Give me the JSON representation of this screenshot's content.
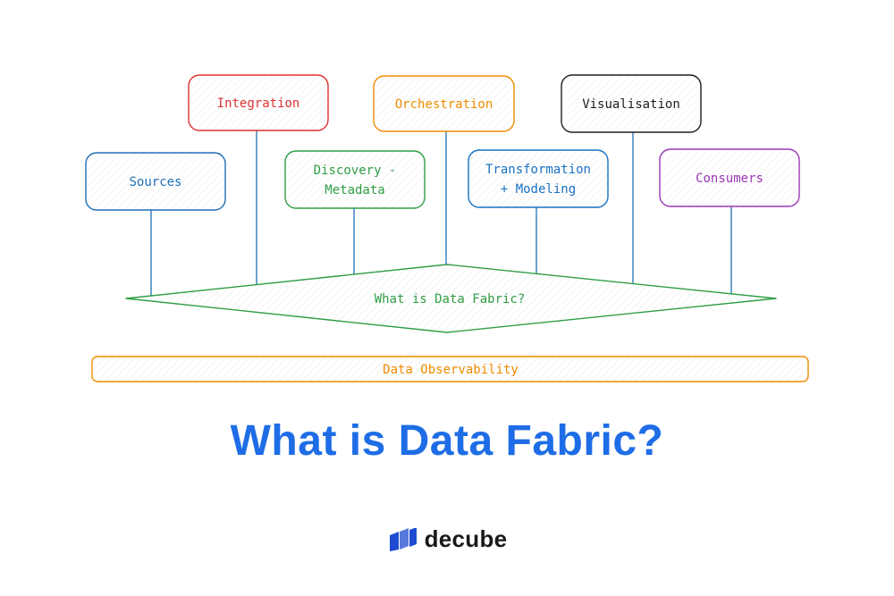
{
  "diagram": {
    "boxes": [
      {
        "id": "sources",
        "lines": [
          "Sources"
        ],
        "color": "#1f6fb5"
      },
      {
        "id": "integration",
        "lines": [
          "Integration"
        ],
        "color": "#e03131"
      },
      {
        "id": "discovery",
        "lines": [
          "Discovery -",
          "Metadata"
        ],
        "color": "#2f9e44"
      },
      {
        "id": "orchestration",
        "lines": [
          "Orchestration"
        ],
        "color": "#f08c00"
      },
      {
        "id": "transformation",
        "lines": [
          "Transformation",
          "+ Modeling"
        ],
        "color": "#1971c2"
      },
      {
        "id": "visualisation",
        "lines": [
          "Visualisation"
        ],
        "color": "#1e1e1e"
      },
      {
        "id": "consumers",
        "lines": [
          "Consumers"
        ],
        "color": "#9c36b5"
      }
    ],
    "center": {
      "label": "What is Data Fabric?",
      "color": "#2f9e44"
    },
    "observability": {
      "label": "Data Observability",
      "color": "#f08c00"
    },
    "connector_color": "#1f6fb5"
  },
  "title": {
    "text": "What is Data Fabric?",
    "color": "#1e6de6"
  },
  "brand": {
    "name": "decube",
    "logo_icon": "decube-logo-icon",
    "logo_color": "#1e4bd2"
  }
}
